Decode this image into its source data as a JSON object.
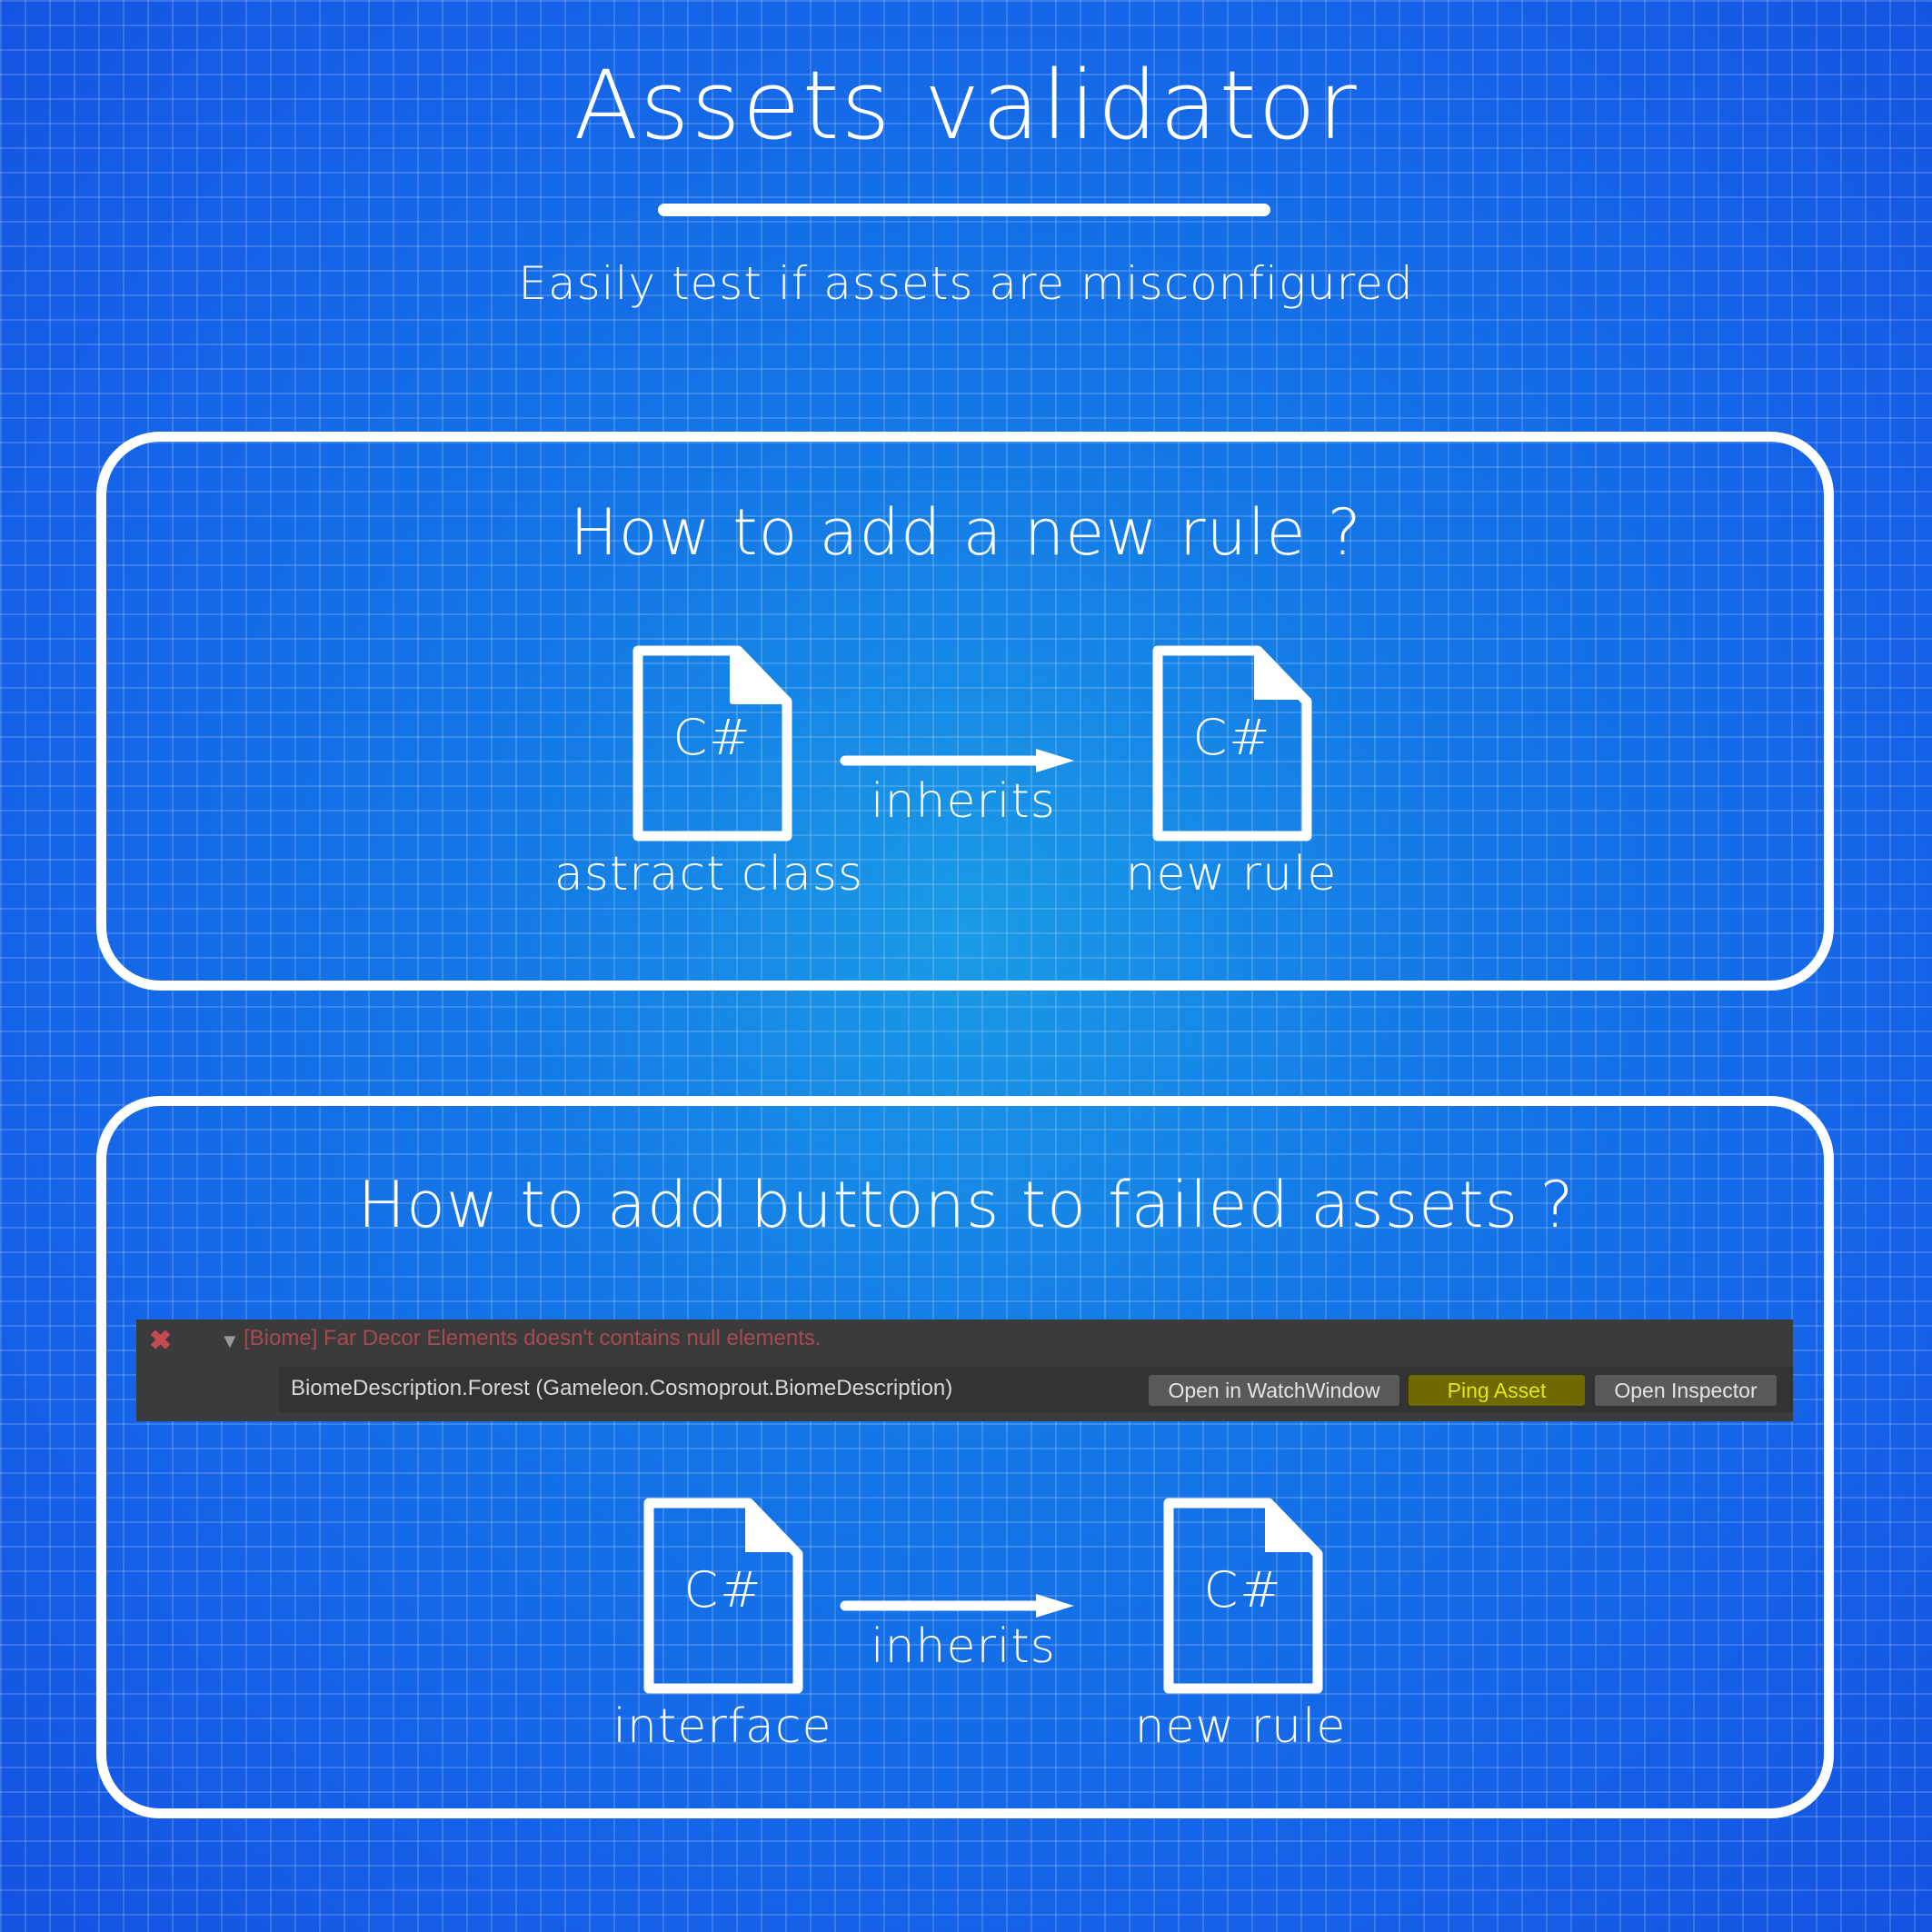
{
  "header": {
    "title": "Assets validator",
    "subtitle": "Easily test if assets are misconfigured"
  },
  "section_rule": {
    "title": "How to add a new rule ?",
    "left_file_glyph": "C#",
    "left_label": "astract class",
    "arrow_label": "inherits",
    "right_file_glyph": "C#",
    "right_label": "new rule"
  },
  "section_buttons": {
    "title": "How to add buttons to failed assets ?",
    "console": {
      "error_icon": "error-x-icon",
      "expand_icon": "triangle-down-icon",
      "error_message": "[Biome] Far Decor Elements doesn't contains null elements.",
      "asset_path": "BiomeDescription.Forest (Gameleon.Cosmoprout.BiomeDescription)",
      "buttons": {
        "open_watch": "Open in WatchWindow",
        "ping_asset": "Ping Asset",
        "open_inspector": "Open Inspector"
      },
      "colors": {
        "background": "#3b3b3b",
        "error_text": "#a64a55",
        "ping_button_bg": "#6f6a00",
        "ping_button_text": "#e6e616"
      }
    },
    "left_file_glyph": "C#",
    "left_label": "interface",
    "arrow_label": "inherits",
    "right_file_glyph": "C#",
    "right_label": "new rule"
  },
  "colors": {
    "background": "#1565e8",
    "ink": "#ffffff"
  }
}
